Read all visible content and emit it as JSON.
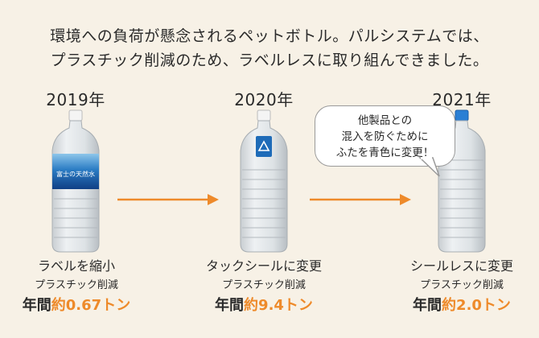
{
  "headline": {
    "line1": "環境への負荷が懸念されるペットボトル。パルシステムでは、",
    "line2": "プラスチック削減のため、ラベルレスに取り組んできました。"
  },
  "steps": [
    {
      "year": "2019年",
      "label_text": "富士の天然水",
      "caption": "ラベルを縮小",
      "sub": "プラスチック削減",
      "value_prefix": "年間",
      "value_approx": "約",
      "value_amount": "0.67トン"
    },
    {
      "year": "2020年",
      "caption": "タックシールに変更",
      "sub": "プラスチック削減",
      "value_prefix": "年間",
      "value_approx": "約",
      "value_amount": "9.4トン"
    },
    {
      "year": "2021年",
      "caption": "シールレスに変更",
      "sub": "プラスチック削減",
      "value_prefix": "年間",
      "value_approx": "約",
      "value_amount": "2.0トン"
    }
  ],
  "bubble": {
    "line1": "他製品との",
    "line2": "混入を防ぐために",
    "line3": "ふたを青色に変更！"
  },
  "colors": {
    "background": "#f7f1e6",
    "accent_orange": "#ee8a2a",
    "label_blue": "#1e6bb8",
    "cap_blue": "#2a7fd4"
  }
}
